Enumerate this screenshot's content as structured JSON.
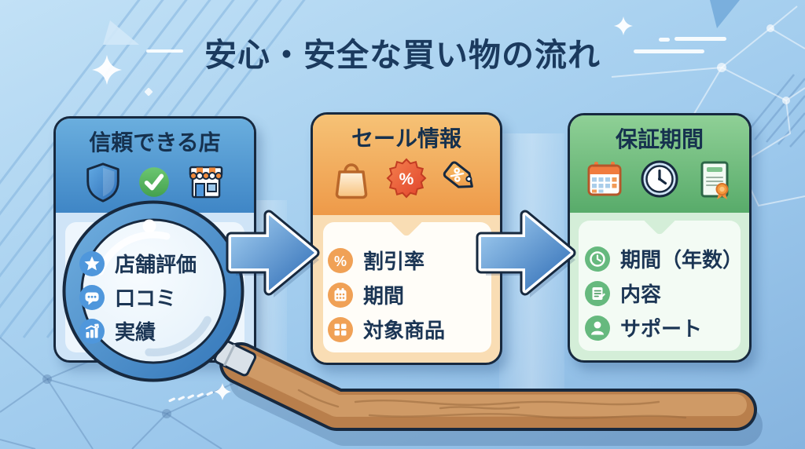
{
  "title": "安心・安全な買い物の流れ",
  "cards": [
    {
      "title": "信頼できる店",
      "header_icons": [
        "shield-icon",
        "check-circle-icon",
        "storefront-icon"
      ],
      "items": [
        {
          "icon": "star",
          "label": "店舗評価"
        },
        {
          "icon": "speech-bubble",
          "label": "口コミ"
        },
        {
          "icon": "bar-chart",
          "label": "実績"
        }
      ]
    },
    {
      "title": "セール情報",
      "header_icons": [
        "shopping-bag-icon",
        "percent-badge-icon",
        "price-tag-icon"
      ],
      "items": [
        {
          "icon": "percent",
          "label": "割引率"
        },
        {
          "icon": "calendar",
          "label": "期間"
        },
        {
          "icon": "products-grid",
          "label": "対象商品"
        }
      ]
    },
    {
      "title": "保証期間",
      "header_icons": [
        "calendar-icon",
        "clock-icon",
        "certificate-icon"
      ],
      "items": [
        {
          "icon": "clock",
          "label": "期間（年数）"
        },
        {
          "icon": "document",
          "label": "内容"
        },
        {
          "icon": "person",
          "label": "サポート"
        }
      ]
    }
  ],
  "colors": {
    "background": "#a6d0ef",
    "outline": "#17293f",
    "card1_header": "#4f97d3",
    "card2_header": "#f0a156",
    "card3_header": "#6cbb7b",
    "arrow_fill": "#3f7fc4",
    "wood_handle": "#c28b5a",
    "text": "#1b3554"
  }
}
